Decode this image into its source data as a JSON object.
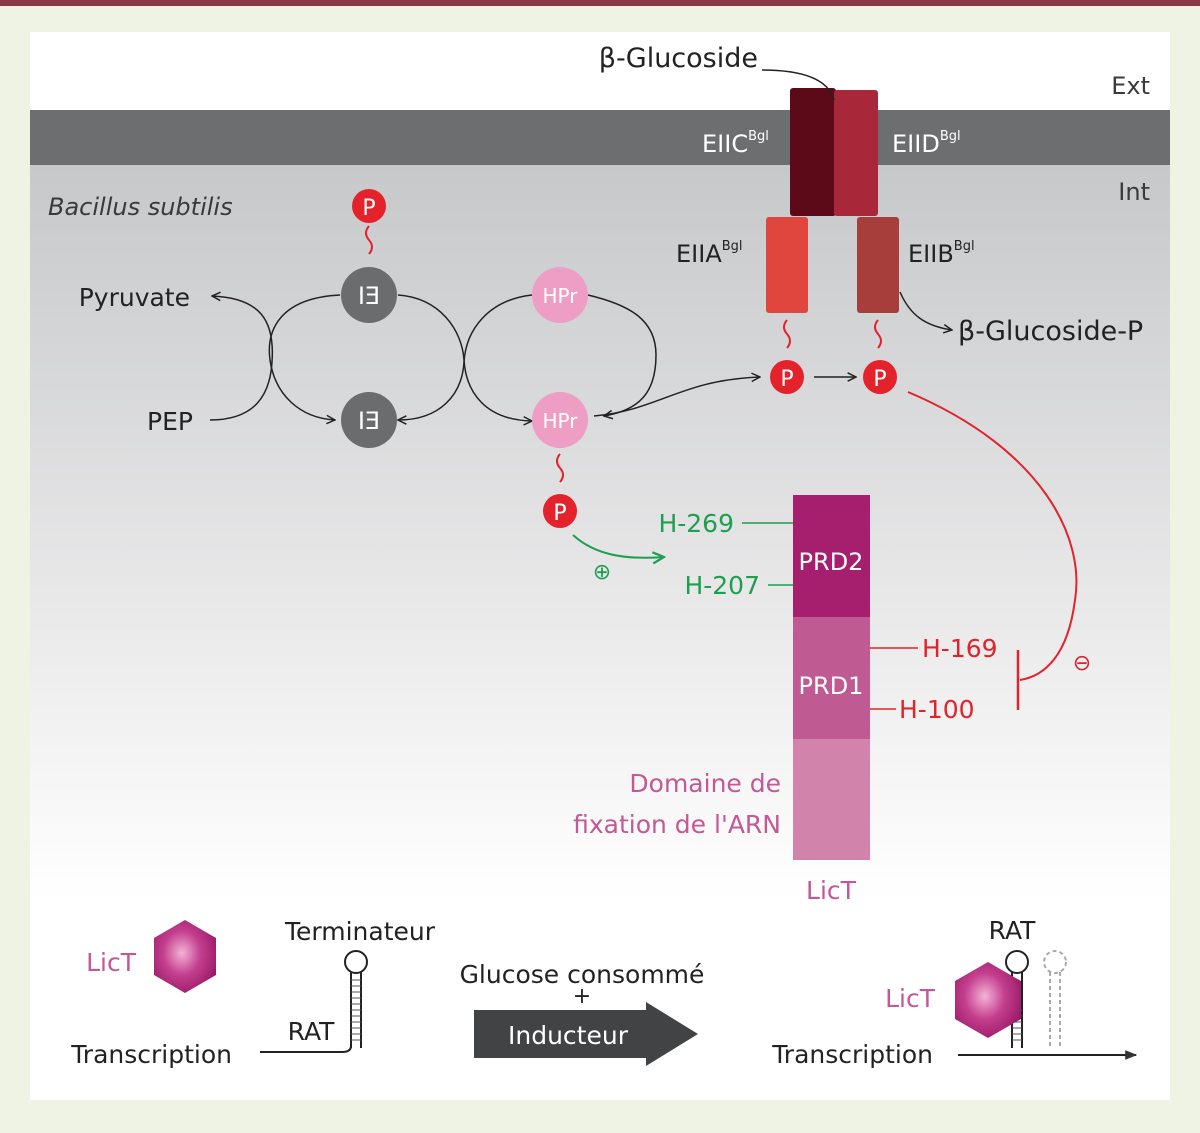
{
  "membrane": {
    "ext_label": "Ext",
    "int_label": "Int",
    "organism": "Bacillus subtilis"
  },
  "transporter": {
    "substrate": "β-Glucoside",
    "product": "β-Glucoside-P",
    "eiic": {
      "base": "EIIC",
      "sup": "Bgl"
    },
    "eiid": {
      "base": "EIID",
      "sup": "Bgl"
    },
    "eiia": {
      "base": "EIIA",
      "sup": "Bgl"
    },
    "eiib": {
      "base": "EIIB",
      "sup": "Bgl"
    }
  },
  "pathway": {
    "pyruvate": "Pyruvate",
    "pep": "PEP",
    "ei": "EI",
    "hpr": "HPr",
    "phospho": "P"
  },
  "lict": {
    "name": "LicT",
    "prd2": "PRD2",
    "prd1": "PRD1",
    "rna_domain_line1": "Domaine de",
    "rna_domain_line2": "fixation de l'ARN",
    "h269": "H-269",
    "h207": "H-207",
    "h169": "H-169",
    "h100": "H-100",
    "plus": "⊕",
    "minus": "⊖"
  },
  "bottom": {
    "lict_left": "LicT",
    "terminateur": "Terminateur",
    "rat_left": "RAT",
    "transcription_left": "Transcription",
    "condition_line1": "Glucose consommé",
    "condition_plus": "+",
    "inducteur": "Inducteur",
    "rat_right": "RAT",
    "lict_right": "LicT",
    "transcription_right": "Transcription"
  },
  "colors": {
    "membrane": "#6d6e70",
    "ei": "#6b6c6e",
    "hpr": "#ee9dc4",
    "phospho": "#e3222b",
    "eiic": "#5c0a17",
    "eiid": "#a8283a",
    "eiia": "#e0453e",
    "eiib": "#a83e3c",
    "prd2": "#a51f6e",
    "prd1": "#bf5a92",
    "rna_domain": "#d183ac",
    "activation": "#1e9e50",
    "inhibition": "#e3222b"
  }
}
